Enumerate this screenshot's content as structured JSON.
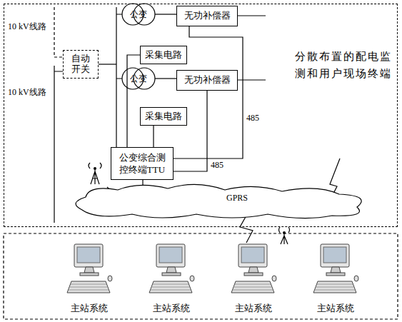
{
  "diagram": {
    "nodes": [
      {
        "text": [
          "分散布置的配电监测和用户现场终端"
        ]
      },
      {
        "text": [
          "自动开关"
        ],
        "in": 0
      },
      {
        "text": [
          "公变"
        ],
        "in": 0
      },
      {
        "text": [
          "无功补偿器"
        ],
        "in": 0
      },
      {
        "text": [
          "采集电路"
        ],
        "in": 0
      },
      {
        "text": [
          "公变"
        ],
        "in": 0
      },
      {
        "text": [
          "无功补偿器"
        ],
        "in": 0
      },
      {
        "text": [
          "采集电路"
        ],
        "in": 0
      },
      {
        "text": [
          "公变综合测控终端TTU"
        ],
        "in": 0
      },
      {
        "text": [
          "GPRS"
        ],
        "in": 0
      },
      {
        "text": [
          "主站系统"
        ]
      },
      {
        "text": [
          "主站系统"
        ]
      },
      {
        "text": [
          "主站系统"
        ]
      },
      {
        "text": [
          "主站系统"
        ]
      }
    ],
    "edges": [
      {
        "from": 2,
        "to": 3,
        "arrow": "none"
      },
      {
        "from": 5,
        "to": 6,
        "arrow": "none"
      },
      {
        "from": 3,
        "to": 8,
        "label": "485",
        "arrow": "none"
      },
      {
        "from": 6,
        "to": 8,
        "label": "485",
        "arrow": "none"
      },
      {
        "from": 4,
        "to": 8,
        "arrow": "none"
      },
      {
        "from": 7,
        "to": 8,
        "arrow": "none"
      },
      {
        "from": 8,
        "to": 9,
        "arrow": "none"
      },
      {
        "from": 9,
        "to": 12,
        "arrow": "none"
      }
    ],
    "labels": [
      "10 kV线路",
      "10 kV线路"
    ]
  }
}
